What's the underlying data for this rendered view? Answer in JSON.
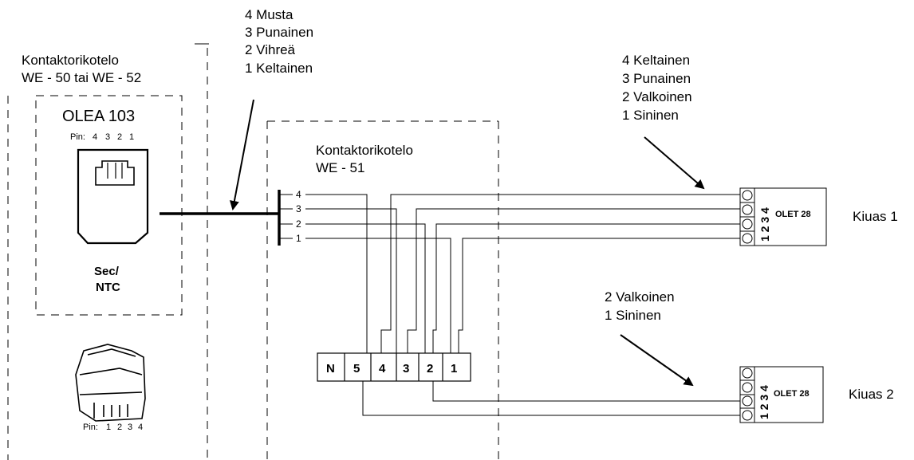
{
  "left_enclosure": {
    "title_line1": "Kontaktorikotelo",
    "title_line2": "WE - 50 tai WE - 52"
  },
  "sensor": {
    "name": "OLEA 103",
    "pin_label": "Pin:",
    "pins": [
      "4",
      "3",
      "2",
      "1"
    ],
    "sec_label": "Sec/",
    "ntc_label": "NTC"
  },
  "plug": {
    "pin_label": "Pin:",
    "pins": [
      "1",
      "2",
      "3",
      "4"
    ]
  },
  "cable_colors": [
    "4  Musta",
    "3  Punainen",
    "2  Vihreä",
    "1  Keltainen"
  ],
  "mid_enclosure": {
    "title_line1": "Kontaktorikotelo",
    "title_line2": "WE - 51"
  },
  "cable_pins": [
    "4",
    "3",
    "2",
    "1"
  ],
  "terminal_block": [
    "N",
    "5",
    "4",
    "3",
    "2",
    "1"
  ],
  "heater1": {
    "wire_colors": [
      "4  Keltainen",
      "3  Punainen",
      "2  Valkoinen",
      "1  Sininen"
    ],
    "connector_label": "OLET 28",
    "terminal_numbers": "1 2 3 4",
    "name": "Kiuas 1"
  },
  "heater2": {
    "wire_colors": [
      "2  Valkoinen",
      "1  Sininen"
    ],
    "connector_label": "OLET 28",
    "terminal_numbers": "1 2 3 4",
    "name": "Kiuas 2"
  }
}
